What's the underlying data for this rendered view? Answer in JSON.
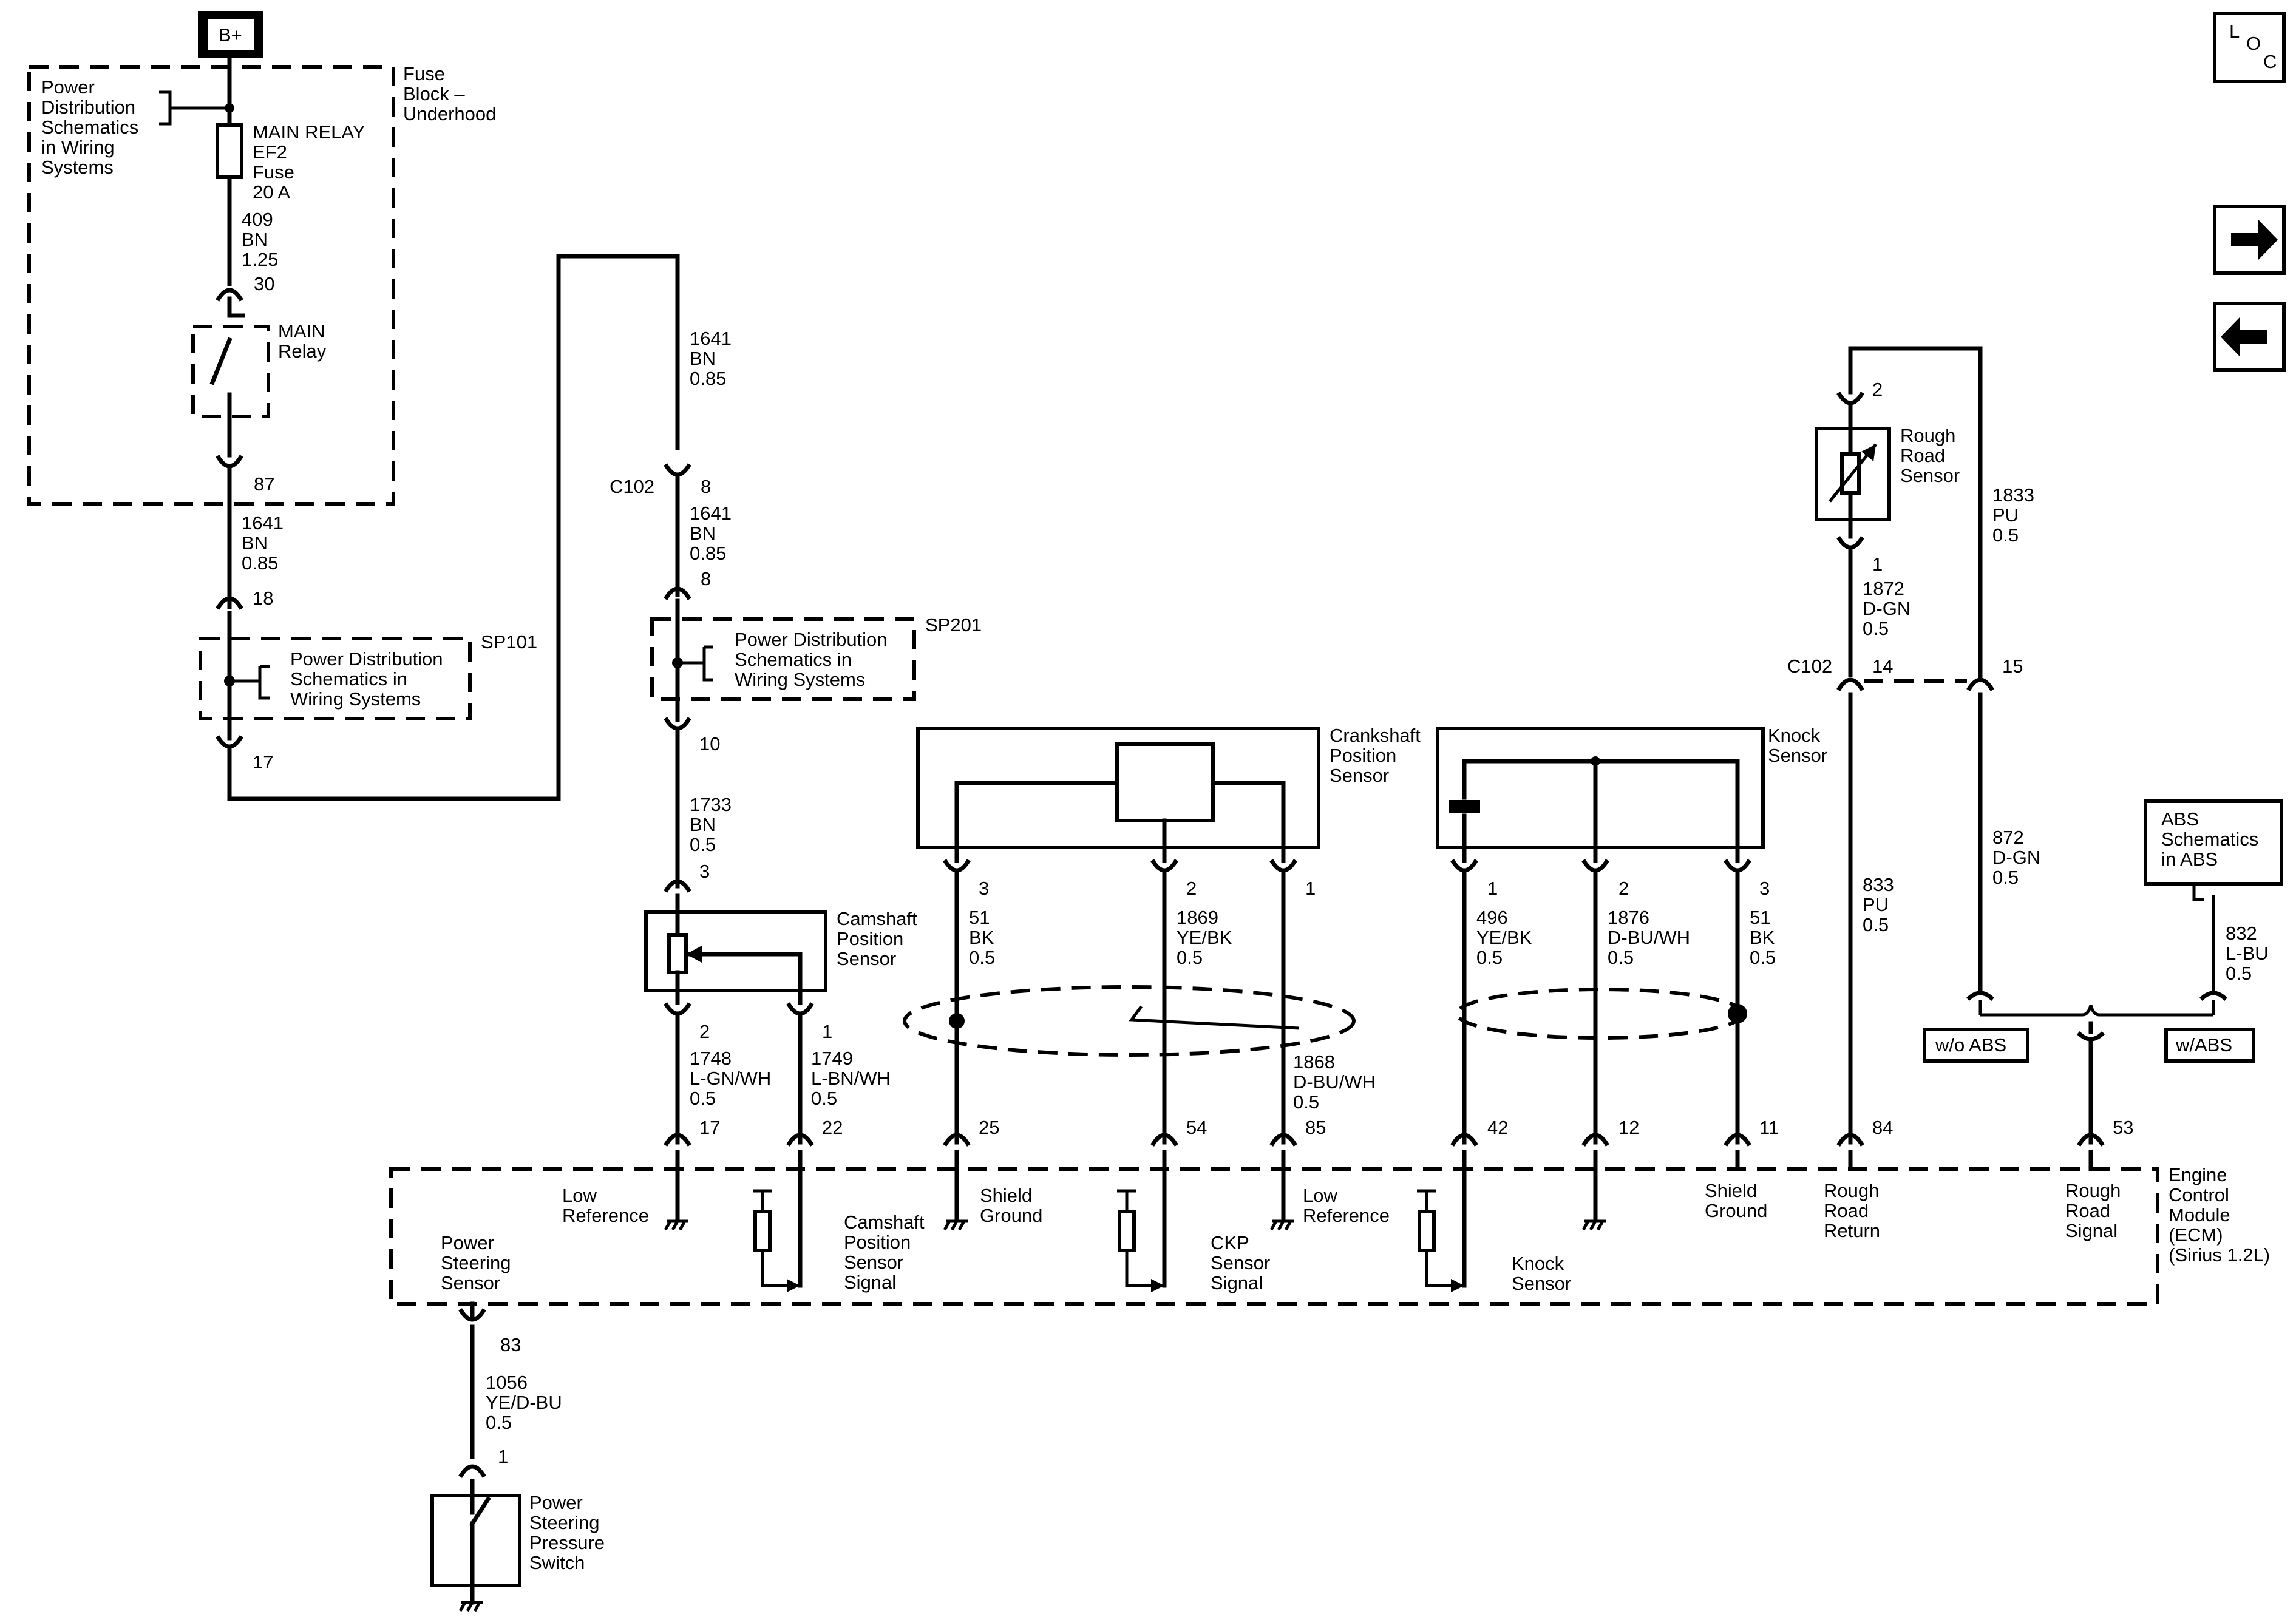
{
  "nav": {
    "loc_l": "L",
    "loc_o": "O",
    "loc_c": "C"
  },
  "battery": {
    "label": "B+"
  },
  "fuse_block": {
    "title": [
      "Fuse",
      "Block –",
      "Underhood"
    ],
    "power_dist_ref": [
      "Power",
      "Distribution",
      "Schematics",
      "in Wiring",
      "Systems"
    ],
    "fuse_label": [
      "MAIN RELAY",
      "EF2",
      "Fuse",
      "20 A"
    ],
    "wire_409": [
      "409",
      "BN",
      "1.25"
    ],
    "pin_30": "30",
    "relay_label": [
      "MAIN",
      "Relay"
    ],
    "pin_87": "87"
  },
  "left_chain": {
    "wire_1641": [
      "1641",
      "BN",
      "0.85"
    ],
    "pin_18": "18",
    "sp101_ref": [
      "Power Distribution",
      "Schematics in",
      "Wiring Systems"
    ],
    "sp101": "SP101",
    "pin_17": "17"
  },
  "center_chain": {
    "wire_1641_top": [
      "1641",
      "BN",
      "0.85"
    ],
    "c102": "C102",
    "pin_8a": "8",
    "wire_1641_mid": [
      "1641",
      "BN",
      "0.85"
    ],
    "pin_8b": "8",
    "sp201_ref": [
      "Power Distribution",
      "Schematics in",
      "Wiring Systems"
    ],
    "sp201": "SP201",
    "pin_10": "10",
    "wire_1733": [
      "1733",
      "BN",
      "0.5"
    ],
    "pin_3": "3",
    "camshaft_label": [
      "Camshaft",
      "Position",
      "Sensor"
    ],
    "pin_2": "2",
    "pin_1": "1",
    "wire_1748": [
      "1748",
      "L-GN/WH",
      "0.5"
    ],
    "wire_1749": [
      "1749",
      "L-BN/WH",
      "0.5"
    ],
    "pin_17": "17",
    "pin_22": "22"
  },
  "crankshaft": {
    "label": [
      "Crankshaft",
      "Position",
      "Sensor"
    ],
    "pin_3": "3",
    "pin_2": "2",
    "pin_1": "1",
    "wire_51": [
      "51",
      "BK",
      "0.5"
    ],
    "wire_1869": [
      "1869",
      "YE/BK",
      "0.5"
    ],
    "wire_1868": [
      "1868",
      "D-BU/WH",
      "0.5"
    ],
    "pin_25": "25",
    "pin_54": "54",
    "pin_85": "85"
  },
  "knock": {
    "label": [
      "Knock",
      "Sensor"
    ],
    "pin_1": "1",
    "pin_2": "2",
    "pin_3": "3",
    "wire_496": [
      "496",
      "YE/BK",
      "0.5"
    ],
    "wire_1876": [
      "1876",
      "D-BU/WH",
      "0.5"
    ],
    "wire_51": [
      "51",
      "BK",
      "0.5"
    ],
    "pin_42": "42",
    "pin_12": "12",
    "pin_11": "11"
  },
  "rough_road": {
    "label": [
      "Rough",
      "Road",
      "Sensor"
    ],
    "pin_2": "2",
    "pin_1": "1",
    "wire_1872": [
      "1872",
      "D-GN",
      "0.5"
    ],
    "wire_1833": [
      "1833",
      "PU",
      "0.5"
    ],
    "c102": "C102",
    "pin_14": "14",
    "pin_15": "15",
    "wire_833": [
      "833",
      "PU",
      "0.5"
    ],
    "wire_872": [
      "872",
      "D-GN",
      "0.5"
    ],
    "abs_ref": [
      "ABS",
      "Schematics",
      "in ABS"
    ],
    "wire_832": [
      "832",
      "L-BU",
      "0.5"
    ],
    "wo_abs": "w/o ABS",
    "w_abs": "w/ABS",
    "pin_84": "84",
    "pin_53": "53"
  },
  "ecm": {
    "title": [
      "Engine",
      "Control",
      "Module",
      "(ECM)",
      "(Sirius 1.2L)"
    ],
    "low_ref_1": [
      "Low",
      "Reference"
    ],
    "power_steering_sensor": [
      "Power",
      "Steering",
      "Sensor"
    ],
    "camshaft_signal": [
      "Camshaft",
      "Position",
      "Sensor",
      "Signal"
    ],
    "shield_ground_1": [
      "Shield",
      "Ground"
    ],
    "ckp_signal": [
      "CKP",
      "Sensor",
      "Signal"
    ],
    "low_ref_2": [
      "Low",
      "Reference"
    ],
    "knock_signal": [
      "Knock",
      "Sensor"
    ],
    "shield_ground_2": [
      "Shield",
      "Ground"
    ],
    "rough_road_return": [
      "Rough",
      "Road",
      "Return"
    ],
    "rough_road_signal": [
      "Rough",
      "Road",
      "Signal"
    ]
  },
  "power_steering": {
    "pin_83": "83",
    "wire_1056": [
      "1056",
      "YE/D-BU",
      "0.5"
    ],
    "pin_1": "1",
    "switch_label": [
      "Power",
      "Steering",
      "Pressure",
      "Switch"
    ]
  }
}
